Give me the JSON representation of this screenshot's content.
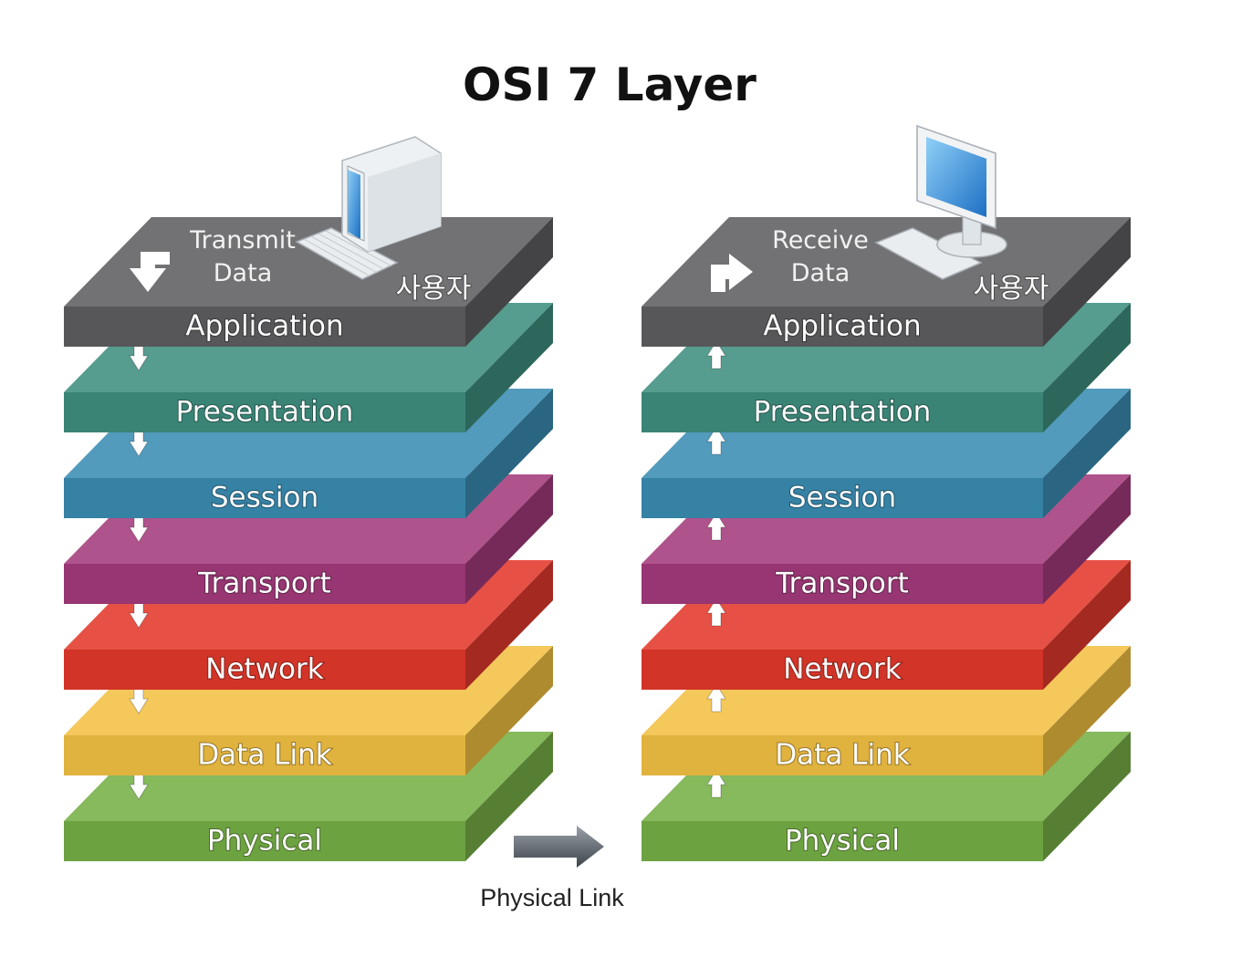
{
  "title": "OSI 7 Layer",
  "layer_colors": [
    "#5f5f61",
    "#3f8f80",
    "#3a8db3",
    "#a43b7c",
    "#e4392c",
    "#f3c143",
    "#77b047"
  ],
  "stacks": [
    {
      "name": "sender",
      "direction": "down",
      "top_label": [
        "Transmit",
        "Data"
      ],
      "user_label": "사용자",
      "layers": [
        "Application",
        "Presentation",
        "Session",
        "Transport",
        "Network",
        "Data Link",
        "Physical"
      ]
    },
    {
      "name": "receiver",
      "direction": "up",
      "top_label": [
        "Receive",
        "Data"
      ],
      "user_label": "사용자",
      "layers": [
        "Application",
        "Presentation",
        "Session",
        "Transport",
        "Network",
        "Data Link",
        "Physical"
      ]
    }
  ],
  "physical_link_label": "Physical Link"
}
